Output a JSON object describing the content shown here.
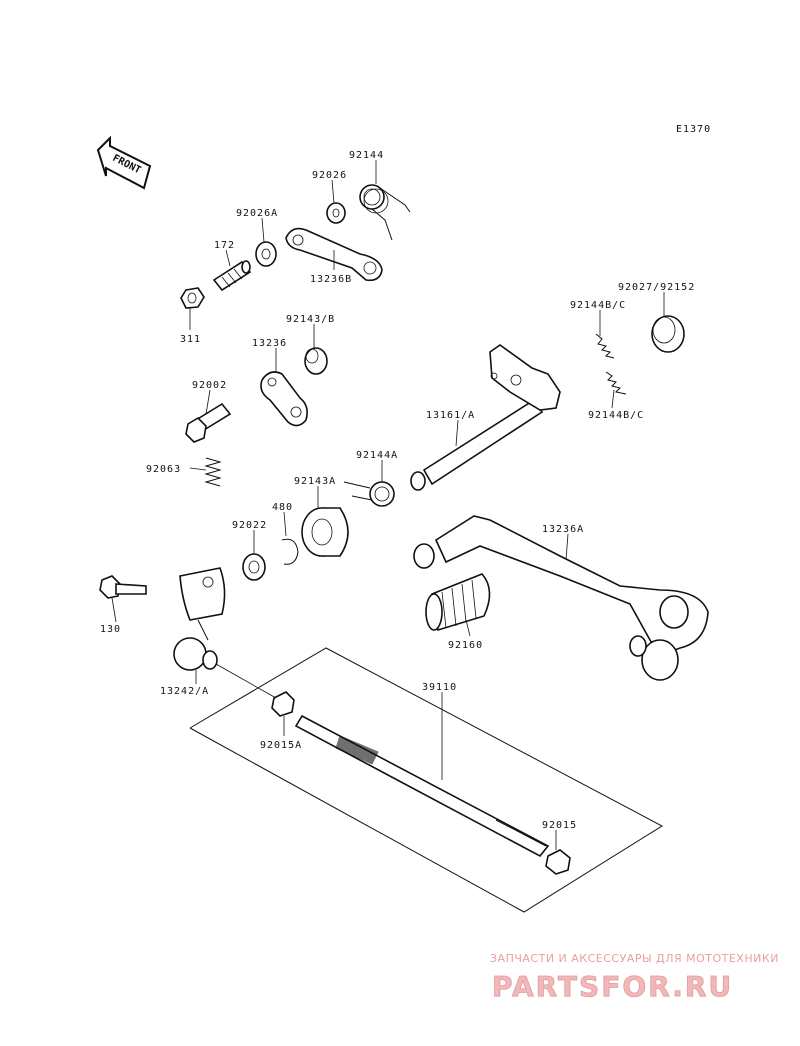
{
  "diagram": {
    "code": "E1370",
    "front_label": "FRONT",
    "parts": {
      "p92144": "92144",
      "p92026": "92026",
      "p92026A": "92026A",
      "p172": "172",
      "p13236B": "13236B",
      "p311": "311",
      "p92027": "92027/92152",
      "p92144BC_top": "92144B/C",
      "p92143B": "92143/B",
      "p13236": "13236",
      "p92002": "92002",
      "p13161A": "13161/A",
      "p92144BC_bot": "92144B/C",
      "p92063": "92063",
      "p92144A": "92144A",
      "p92143A": "92143A",
      "p480": "480",
      "p92022": "92022",
      "p13236A": "13236A",
      "p130": "130",
      "p92160": "92160",
      "p13242A": "13242/A",
      "p39110": "39110",
      "p92015A": "92015A",
      "p92015": "92015"
    }
  },
  "watermark": {
    "caption": "ЗАПЧАСТИ И АКСЕССУАРЫ ДЛЯ МОТОТЕХНИКИ",
    "brand": "PARTSFOR.RU"
  }
}
